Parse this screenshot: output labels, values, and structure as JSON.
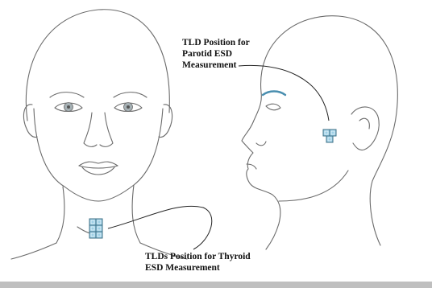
{
  "diagram": {
    "labels": {
      "parotid": [
        "TLD Position for",
        "Parotid ESD",
        "Measurement"
      ],
      "thyroid": [
        "TLDs Position for Thyroid",
        "ESD Measurement"
      ]
    },
    "colors": {
      "sketch_line": "#6b6b6b",
      "tld_fill": "#9ed0e6",
      "tld_stroke": "#3d6f85",
      "eye_iris": "#a6b1b5",
      "eyebrow_tint": "#4a8fb0",
      "leader_line": "#222222",
      "bottom_bar": "#bfbfbf"
    },
    "tld_groups": {
      "thyroid": {
        "rows": 3,
        "cols": 2,
        "count": 6
      },
      "parotid": {
        "count": 3
      }
    }
  }
}
